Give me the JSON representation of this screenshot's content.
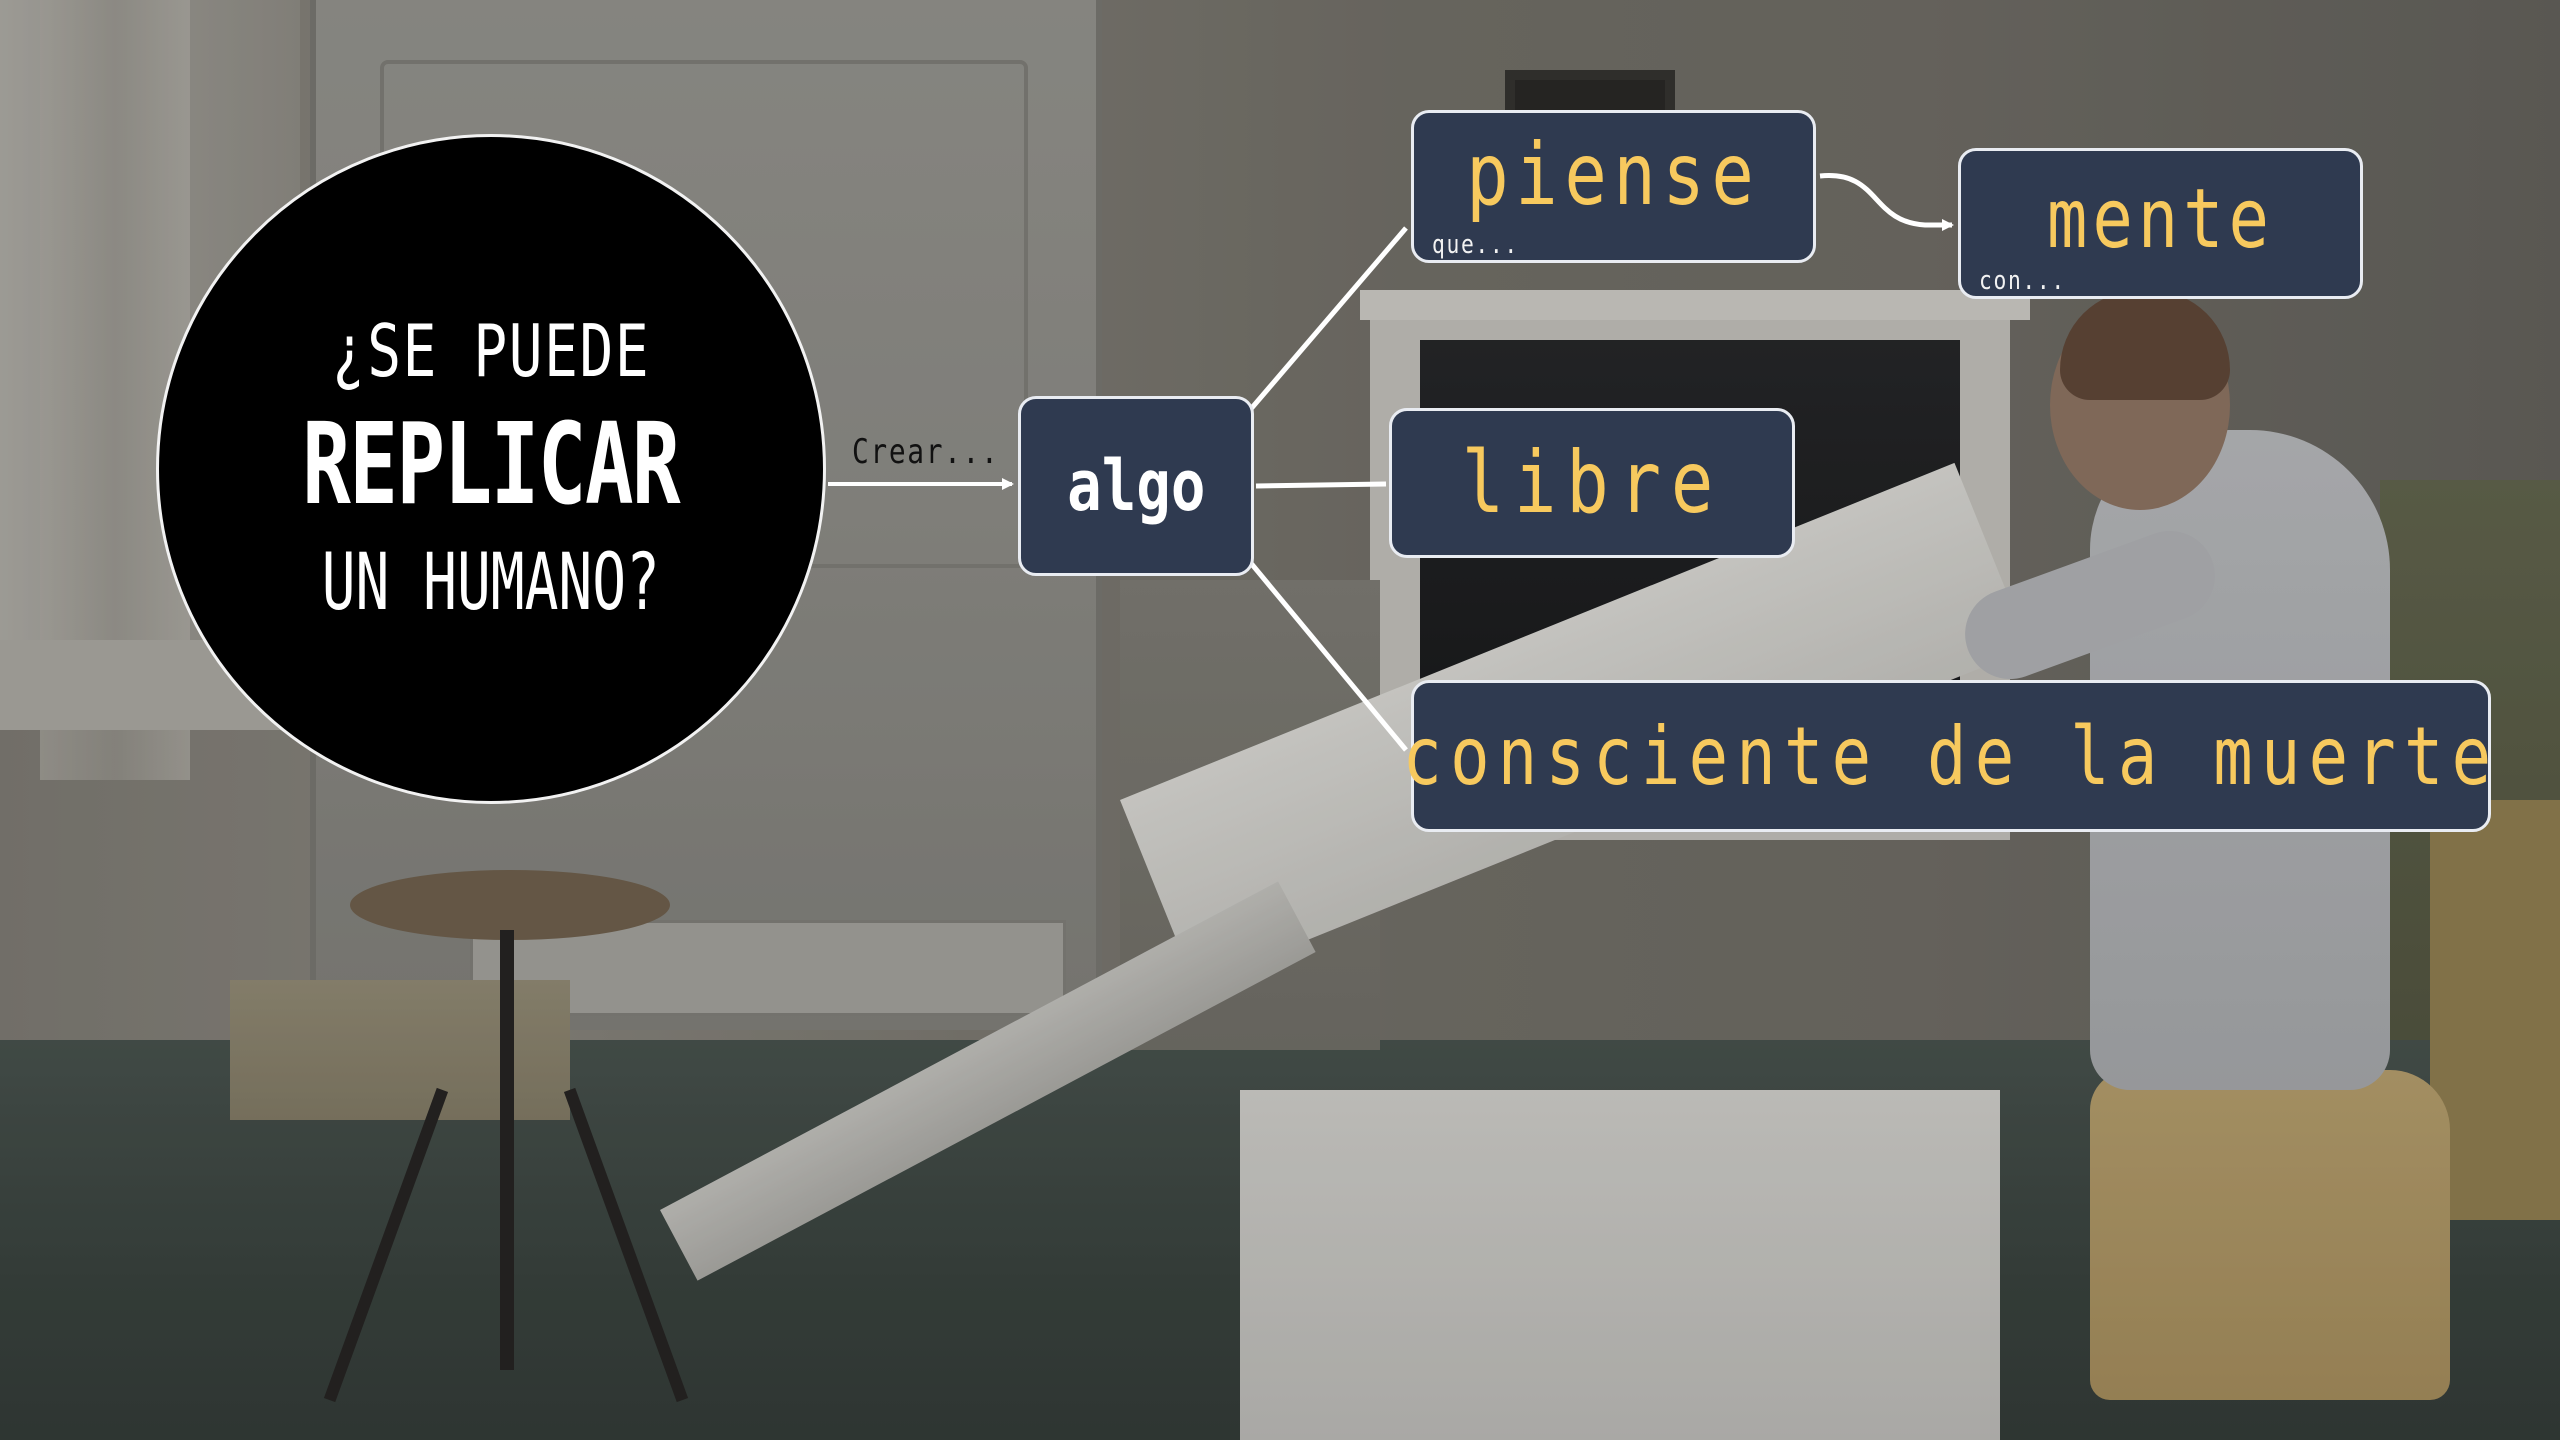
{
  "question": {
    "line1": "¿SE PUEDE",
    "line2": "REPLICAR",
    "line3": "UN HUMANO?"
  },
  "edges": {
    "crear_label": "Crear..."
  },
  "nodes": {
    "algo": "algo",
    "piense": {
      "label": "piense",
      "prefix": "que..."
    },
    "mente": {
      "label": "mente",
      "prefix": "con..."
    },
    "libre": "libre",
    "consciente": "consciente de la muerte"
  },
  "colors": {
    "node_fill": "#2f3a50",
    "node_text": "#f7c95e",
    "node_border": "#e9ecf2",
    "circle_fill": "#000000",
    "connector": "#ffffff"
  }
}
